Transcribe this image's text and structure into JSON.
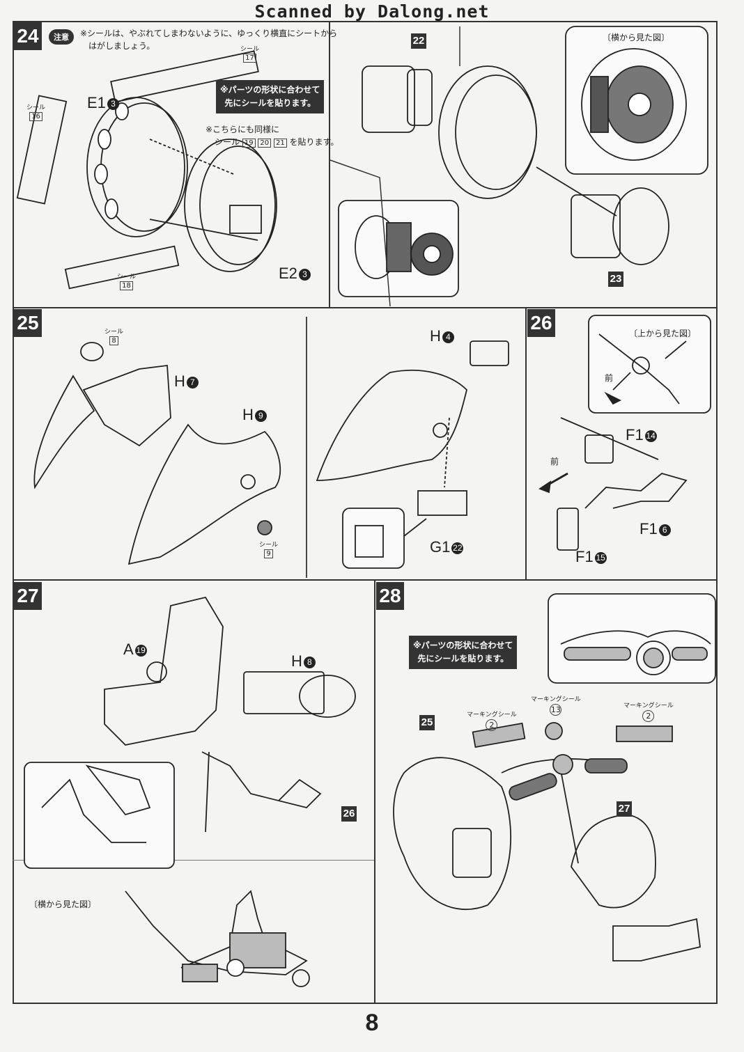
{
  "header": {
    "scan_title": "Scanned by Dalong.net"
  },
  "steps": [
    {
      "number": "24"
    },
    {
      "number": "25"
    },
    {
      "number": "26"
    },
    {
      "number": "27"
    },
    {
      "number": "28"
    }
  ],
  "step24": {
    "caution_badge": "注意",
    "caution_line1": "※シールは、やぶれてしまわないように、ゆっくり横直にシートから",
    "caution_line2": "はがしましょう。",
    "notice_line1": "※パーツの形状に合わせて",
    "notice_line2": "先にシールを貼ります。",
    "same_line1": "※こちらにも同様に",
    "same_prefix": "シール",
    "same_n1": "19",
    "same_n2": "20",
    "same_n3": "21",
    "same_suffix": "を貼ります。",
    "part_e1": "E1",
    "part_e1_num": "3",
    "part_e2": "E2",
    "part_e2_num": "3",
    "seal_word": "シール",
    "seal_17": "17",
    "seal_16": "16",
    "seal_18": "18",
    "ref_22": "22",
    "ref_23": "23",
    "side_view": "〔横から見た図〕"
  },
  "step25": {
    "seal_word": "シール",
    "seal_8": "8",
    "seal_9": "9",
    "part_h7": "H",
    "part_h7_num": "7",
    "part_h9": "H",
    "part_h9_num": "9",
    "part_h4": "H",
    "part_h4_num": "4",
    "part_g1": "G1",
    "part_g1_num": "22"
  },
  "step26": {
    "top_view": "〔上から見た図〕",
    "front": "前",
    "part_f1_14": "F1",
    "num_14": "14",
    "part_f1_6": "F1",
    "num_6": "6",
    "part_f1_15": "F1",
    "num_15": "15"
  },
  "step27": {
    "part_a": "A",
    "part_a_num": "19",
    "part_h8": "H",
    "part_h8_num": "8",
    "ref_26": "26",
    "side_view": "〔横から見た図〕"
  },
  "step28": {
    "notice_line1": "※パーツの形状に合わせて",
    "notice_line2": "先にシールを貼ります。",
    "marking": "マーキングシール",
    "mark_2a": "2",
    "mark_13": "13",
    "mark_2b": "2",
    "ref_25": "25",
    "ref_27": "27"
  },
  "footer": {
    "page_number": "8"
  }
}
